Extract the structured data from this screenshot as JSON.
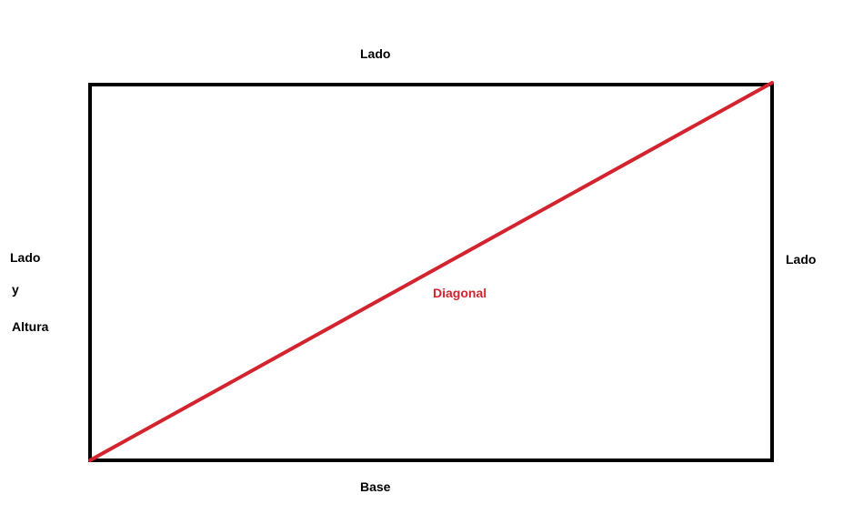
{
  "colors": {
    "outline": "#000000",
    "diagonal": "#d3232f",
    "text": "#000000",
    "diagonal_label": "#d3232f",
    "background": "#ffffff"
  },
  "labels": {
    "top": "Lado",
    "right": "Lado",
    "bottom": "Base",
    "left_line1": "Lado",
    "left_line2": "y",
    "left_line3": "Altura",
    "diagonal": "Diagonal"
  }
}
